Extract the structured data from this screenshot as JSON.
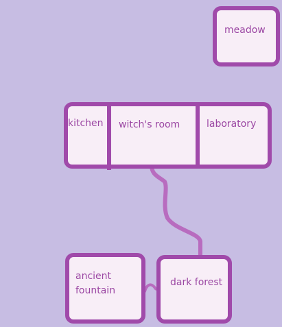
{
  "map": {
    "rooms": {
      "meadow": "meadow",
      "kitchen": "kitchen",
      "witchs_room": "witch's room",
      "laboratory": "laboratory",
      "ancient_fountain_line1": "ancient",
      "ancient_fountain_line2": "fountain",
      "dark_forest": "dark forest"
    },
    "colors": {
      "background": "#c7bde3",
      "room_fill": "#f8eef7",
      "room_border": "#a04aaa",
      "path": "#b86cbf",
      "text": "#9b47a3"
    }
  }
}
